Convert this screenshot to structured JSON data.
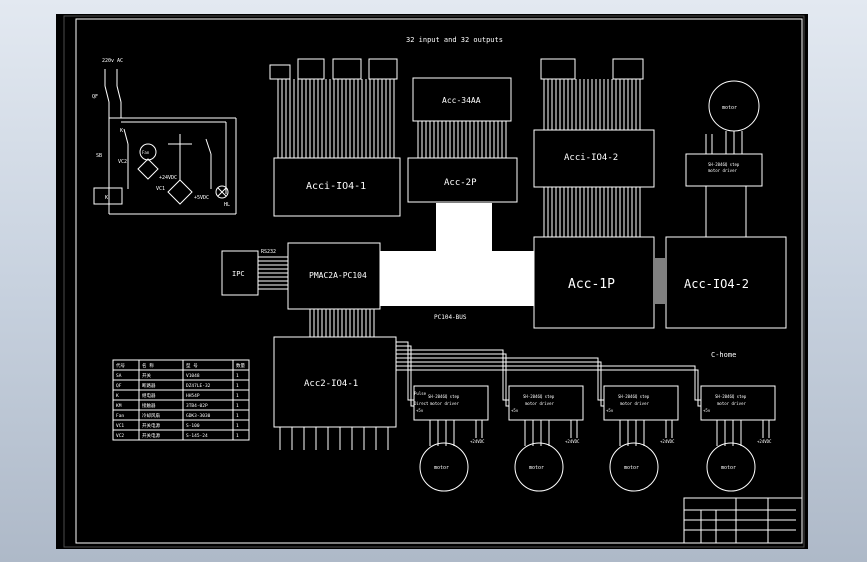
{
  "title": "32 input and 32 outputs",
  "blocks": {
    "acc34aa": "Acc-34AA",
    "acc2p": "Acc-2P",
    "acci104_1": "Acci-IO4-1",
    "acci104_2": "Acci-IO4-2",
    "pmac": "PMAC2A-PC104",
    "ipc": "IPC",
    "rs232": "RS232",
    "acc1p": "Acc-1P",
    "acc104_2": "Acc-IO4-2",
    "acc2_104_1": "Acc2-IO4-1",
    "pc104bus": "PC104-BUS",
    "chome": "C-home"
  },
  "driver_label_1": "SH-2046Q step",
  "driver_label_2": "motor driver",
  "motor_label": "motor",
  "vpul": "Pulse",
  "vdir": "Direct",
  "v5": "+5v",
  "v24": "+24VDC",
  "power": {
    "ac": "220v AC",
    "qf": "QF",
    "v24": "+24VDC",
    "v5": "+5VDC",
    "hl": "HL",
    "k": "K",
    "km": "KM",
    "sb": "SB"
  },
  "table": {
    "header": [
      "代号",
      "名 称",
      "型 号",
      "数量"
    ],
    "rows": [
      [
        "SA",
        "开关",
        "V1048",
        "1"
      ],
      [
        "QF",
        "断路器",
        "DZ47LE-32",
        "1"
      ],
      [
        "K",
        "继电器",
        "HH54P",
        "1"
      ],
      [
        "KM",
        "接触器",
        "3TB4-02P",
        "1"
      ],
      [
        "Fan",
        "冷却风扇",
        "GDK3-3030",
        "1"
      ],
      [
        "VC1",
        "开关电源",
        "S-100",
        "1"
      ],
      [
        "VC2",
        "开关电源",
        "S-145-24",
        "1"
      ]
    ]
  }
}
